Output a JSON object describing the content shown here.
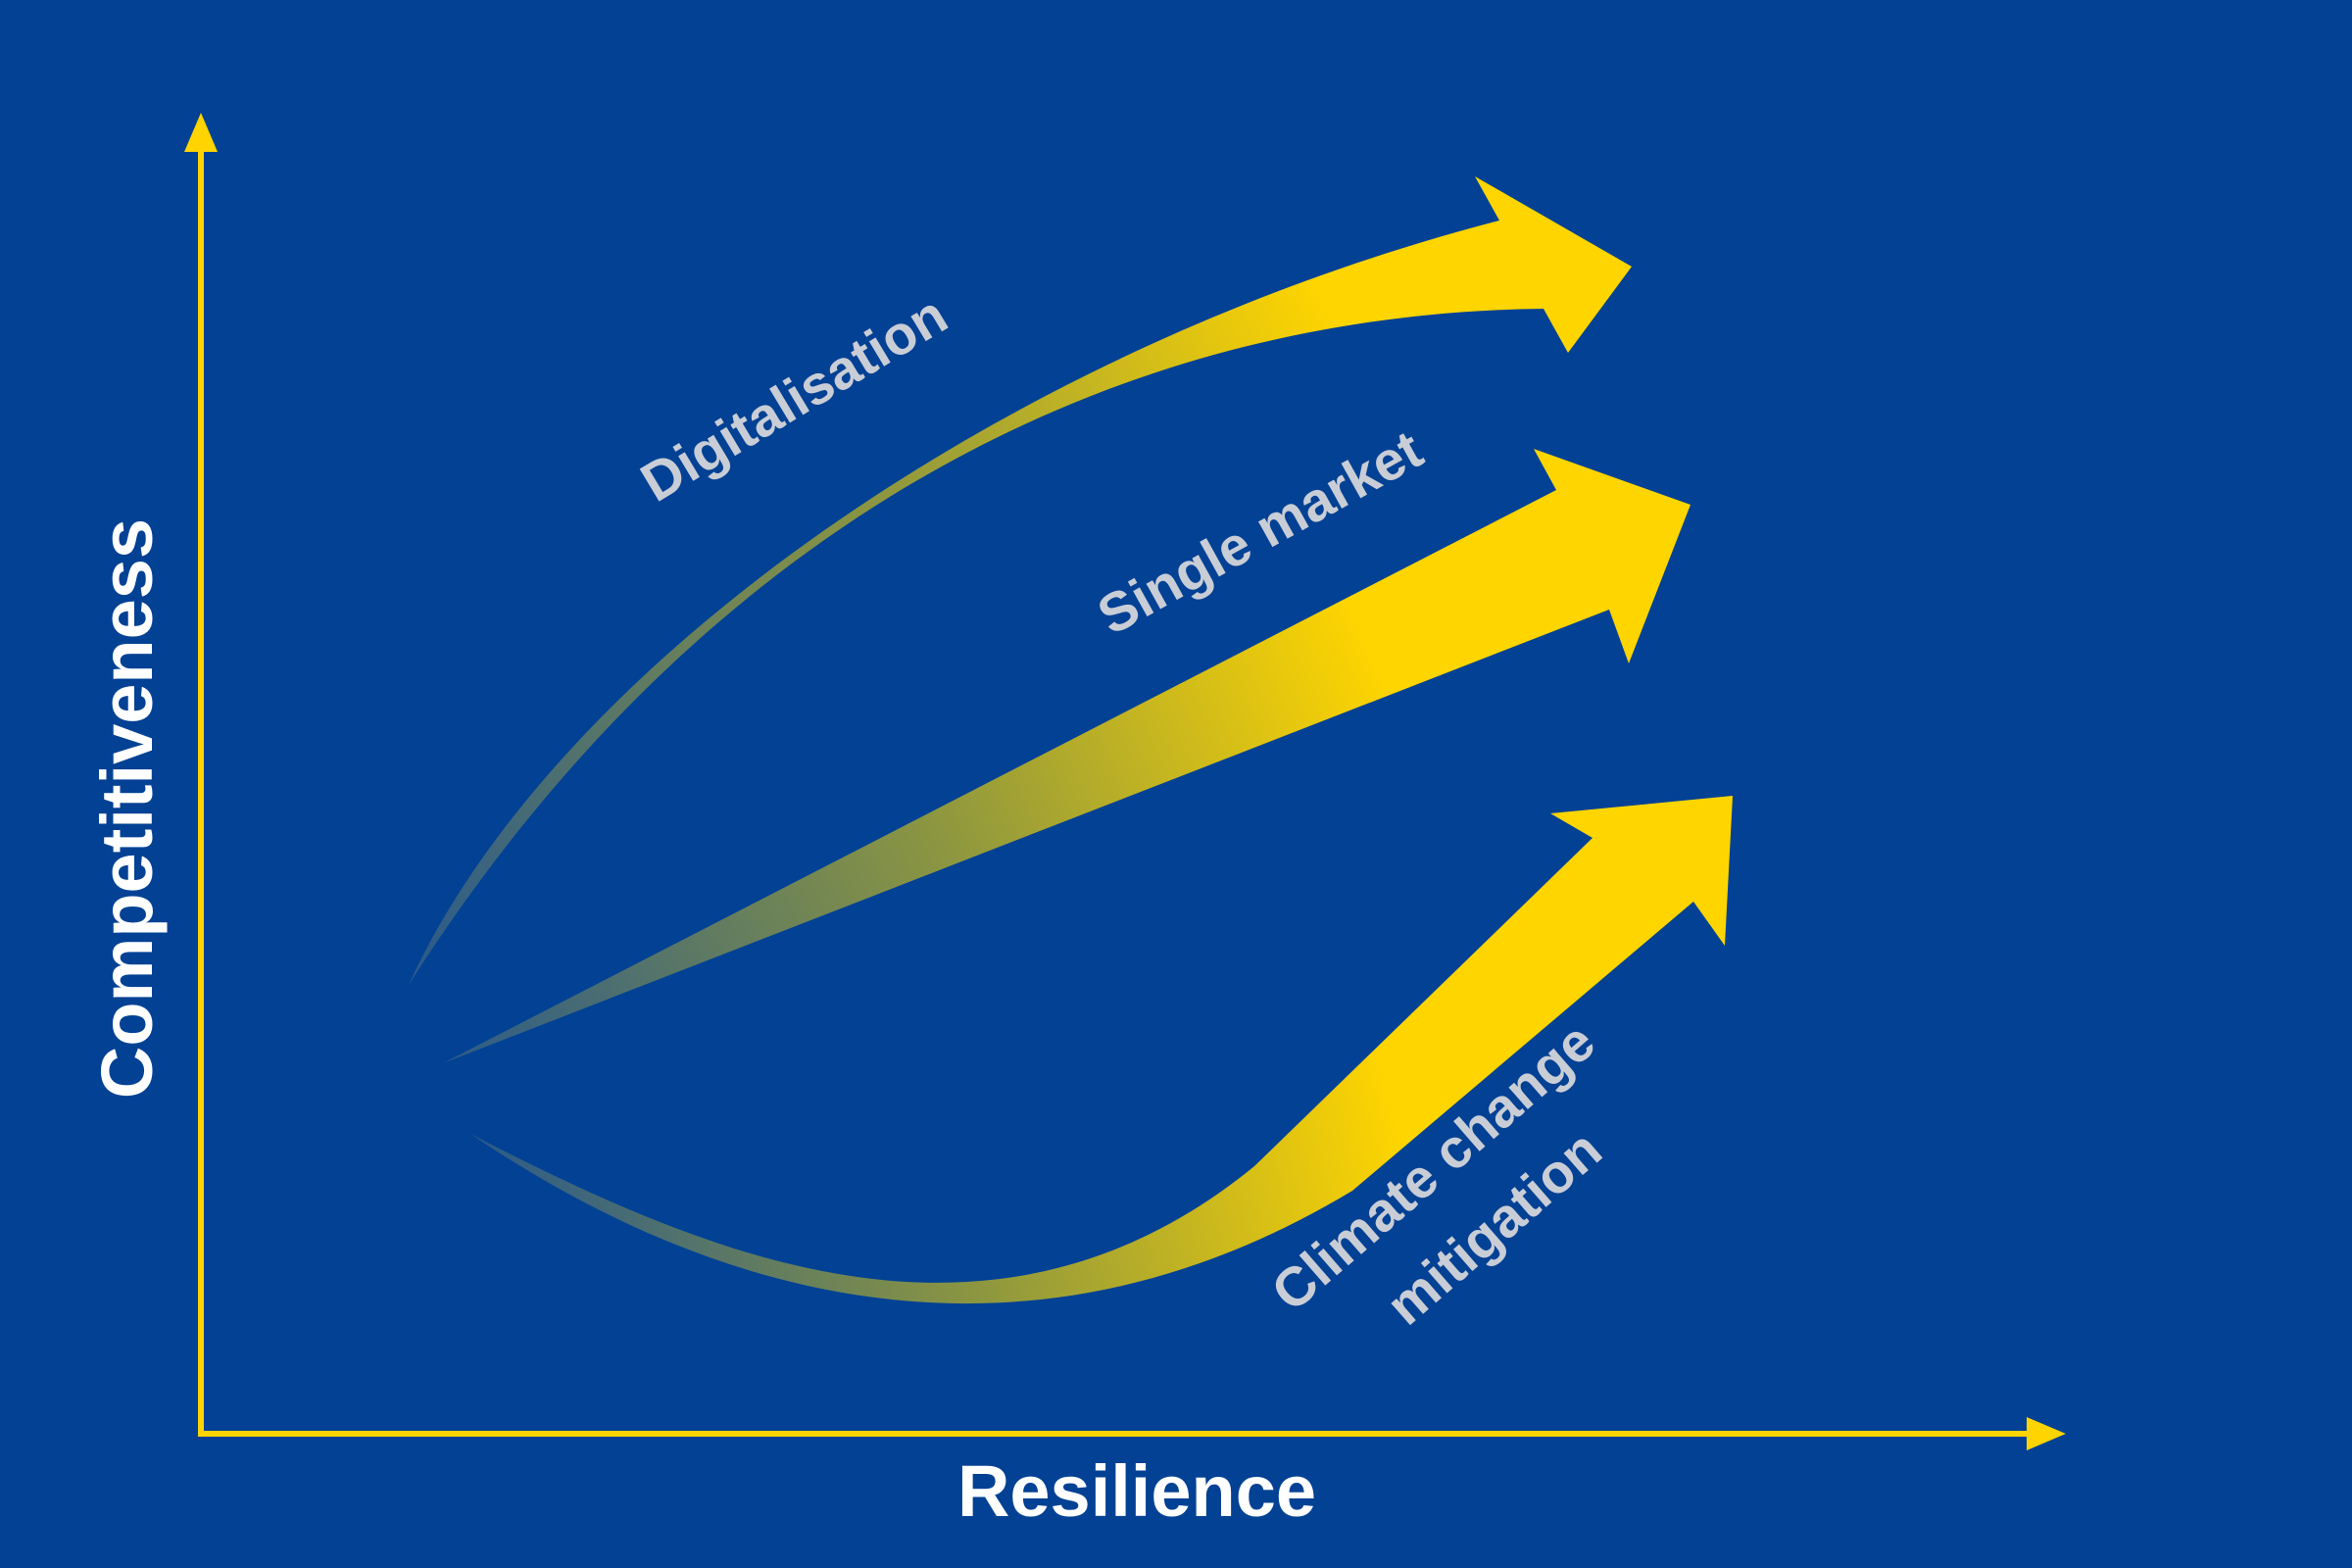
{
  "colors": {
    "background": "#024194",
    "axis": "#ffd400",
    "arrow_start": "#2b5a8a",
    "arrow_end": "#ffd500",
    "label": "#c9cdd6",
    "axis_title": "#ffffff"
  },
  "axes": {
    "x_title": "Resilience",
    "y_title": "Competitiveness"
  },
  "arrows": [
    {
      "id": "digitalisation",
      "label": "Digitalisation"
    },
    {
      "id": "single-market",
      "label": "Single market"
    },
    {
      "id": "climate",
      "label_line1": "Climate change",
      "label_line2": "mitigation"
    }
  ]
}
